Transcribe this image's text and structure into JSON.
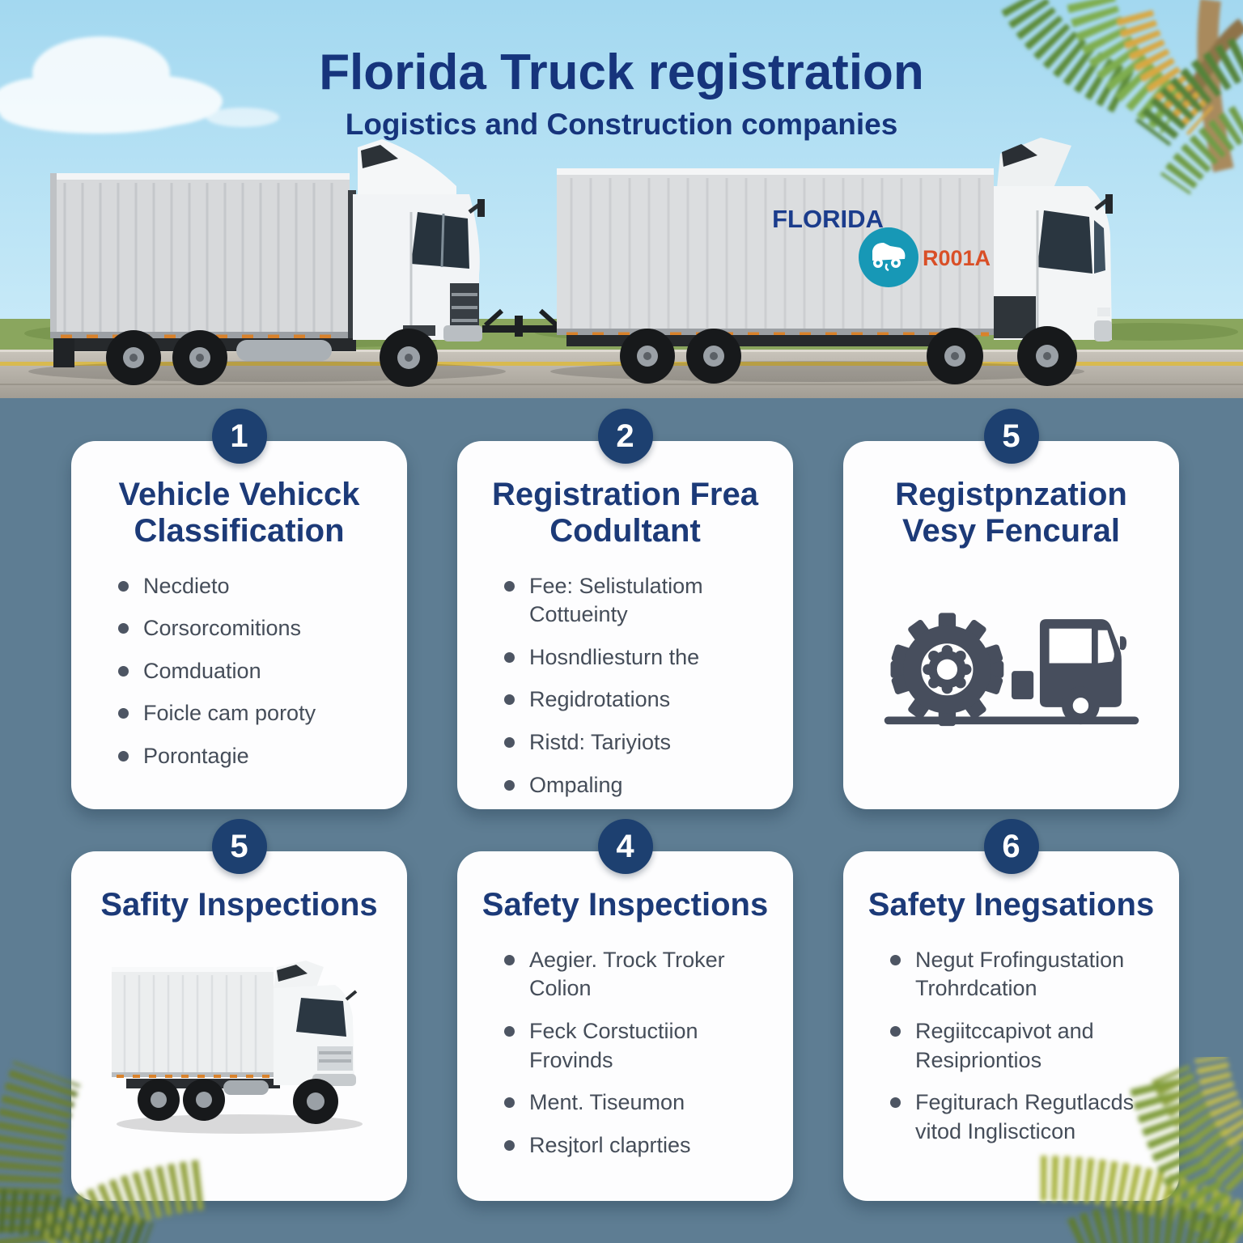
{
  "header": {
    "title": "Florida Truck registration",
    "subtitle": "Logistics and Construction companies"
  },
  "banner": {
    "trailer_brand": "FLORIDA",
    "trailer_code": "R001A",
    "logo": "teal-truck-logo",
    "scene": "two white box trucks on a road with palm leaves and sky"
  },
  "cards": [
    {
      "number": "1",
      "title": "Vehicle Vehicck Classification",
      "bullets": [
        "Necdieto",
        "Corsorcomitions",
        "Comduation",
        "Foicle cam poroty",
        "Porontagie"
      ]
    },
    {
      "number": "2",
      "title": "Registration Frea Codultant",
      "bullets": [
        "Fee: Selistulatiom Cottueinty",
        "Hosndliesturn the",
        "Regidrotations",
        "Ristd: Tariyiots",
        "Ompaling"
      ]
    },
    {
      "number": "5",
      "title": "Registpnzation Vesy Fencural",
      "icon": "gear-truck-icon"
    },
    {
      "number": "5",
      "title": "Safity Inspections",
      "image": "box-truck-photo"
    },
    {
      "number": "4",
      "title": "Safety Inspections",
      "bullets": [
        "Aegier. Trock Troker Colion",
        "Feck Corstuctiion Frovinds",
        "Ment. Tiseumon",
        "Resjtorl claprties"
      ]
    },
    {
      "number": "6",
      "title": "Safety Inegsations",
      "bullets": [
        "Negut Frofingustation Trohrdcation",
        "Regiitccapivot and Resipriontios",
        "Fegiturach Regutlacds vitod Ingliscticon"
      ]
    }
  ],
  "icons": {
    "gear_truck": "gear-truck-icon",
    "foliage": "palm-frond-icon"
  },
  "colors": {
    "accent_navy": "#16347c",
    "badge_navy": "#1d4070",
    "background_slate": "#5e7d93",
    "card_white": "#fdfdfe",
    "sky_blue": "#aedcf2",
    "teal_logo": "#1a9ab8",
    "code_orange": "#d94f27",
    "bullet_text": "#454d59",
    "icon_slate": "#474e5d"
  }
}
